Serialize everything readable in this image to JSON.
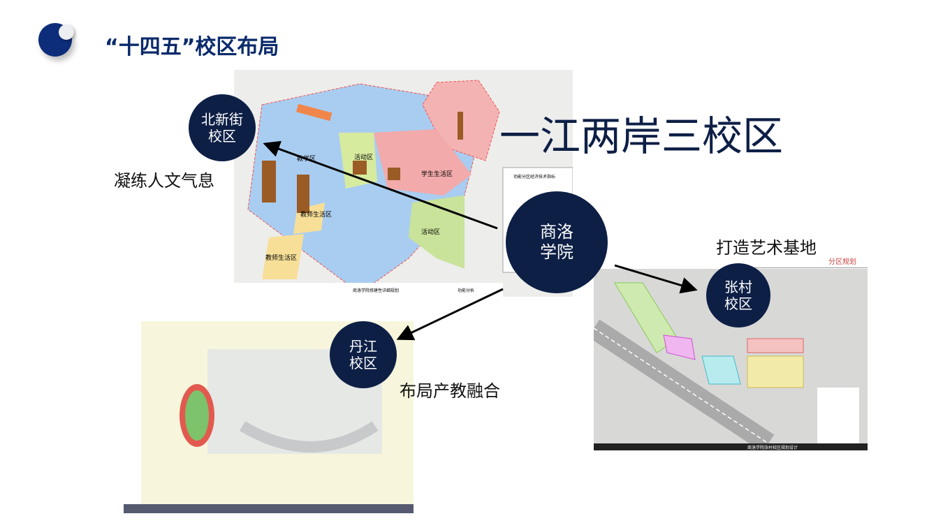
{
  "header": {
    "title": "“十四五”校区布局"
  },
  "slogan": "一江两岸三校区",
  "main_campus": {
    "line1": "商洛",
    "line2": "学院"
  },
  "campuses": [
    {
      "line1": "北新街",
      "line2": "校区",
      "caption": "凝练人文气息"
    },
    {
      "line1": "丹江",
      "line2": "校区",
      "caption": "布局产教融合"
    },
    {
      "line1": "张村",
      "line2": "校区",
      "caption": "打造艺术基地"
    }
  ],
  "map1": {
    "zones": [
      "教学区",
      "活动区",
      "学生生活区",
      "教师生活区",
      "活动区",
      "教师生活区"
    ],
    "table_title": "功能分区经济技术指标",
    "footer": "商洛学院修建性详细规划",
    "footer_right": "功能分析"
  },
  "map3": {
    "footer": "商洛学院张村校区规划设计",
    "tag": "分区规划"
  }
}
